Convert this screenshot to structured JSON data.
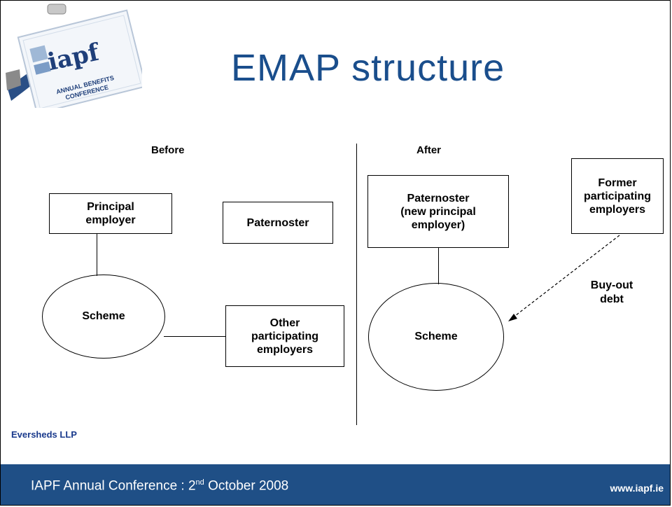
{
  "slide": {
    "title": "EMAP structure"
  },
  "logo": {
    "brand": "iapf",
    "tagline": "ANNUAL BENEFITS CONFERENCE"
  },
  "before": {
    "heading": "Before",
    "principal_employer": "Principal\nemployer",
    "paternoster": "Paternoster",
    "scheme": "Scheme",
    "other_participating": "Other\nparticipating\nemployers"
  },
  "after": {
    "heading": "After",
    "paternoster_new": "Paternoster\n(new principal\nemployer)",
    "former_participating": "Former\nparticipating\nemployers",
    "buyout_debt": "Buy-out\ndebt",
    "scheme": "Scheme"
  },
  "footer": {
    "org": "Eversheds LLP",
    "conference_prefix": "IAPF Annual Conference : 2",
    "conference_sup": "nd",
    "conference_suffix": " October 2008",
    "url": "www.iapf.ie"
  },
  "colors": {
    "title": "#1a4e8c",
    "footer_bg": "#1f4f86",
    "org_text": "#1a3a8c"
  }
}
